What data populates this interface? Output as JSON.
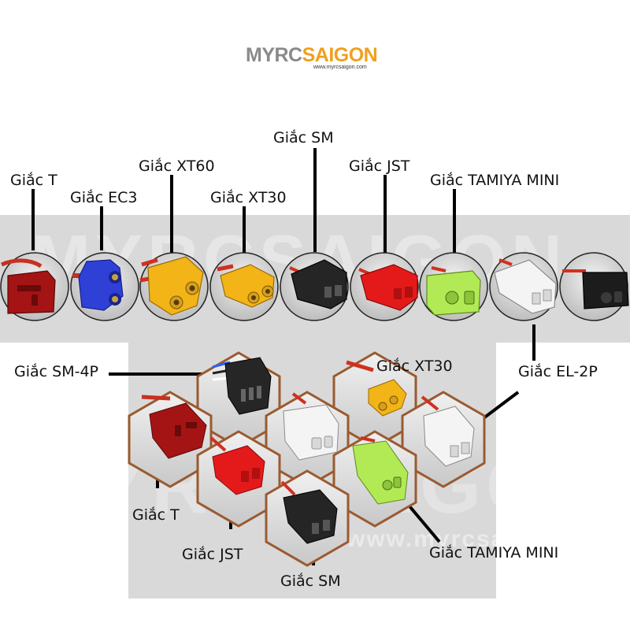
{
  "brand": {
    "name_part1": "MYRC",
    "name_part2": "SAIGON",
    "url": "www.myrcsaigon.com",
    "color_part1": "#8a8a8a",
    "color_part2": "#f0a020"
  },
  "watermark": {
    "text": "MYRCSAIGON",
    "url": "www.myrcsaigon.com"
  },
  "top_row": {
    "labels": [
      "Giắc T",
      "Giắc EC3",
      "Giắc XT60",
      "Giắc XT30",
      "Giắc SM",
      "Giắc JST",
      "Giắc TAMIYA MINI",
      "Giắc EL-2P"
    ],
    "connectors": [
      {
        "name": "T (Deans)",
        "icon": "t-connector-icon",
        "color": "#b01818"
      },
      {
        "name": "EC3",
        "icon": "ec3-connector-icon",
        "color": "#2f3fd0"
      },
      {
        "name": "XT60",
        "icon": "xt60-connector-icon",
        "color": "#f2b416"
      },
      {
        "name": "XT30",
        "icon": "xt30-connector-icon",
        "color": "#f2b416"
      },
      {
        "name": "SM",
        "icon": "sm-connector-icon",
        "color": "#222222"
      },
      {
        "name": "JST",
        "icon": "jst-connector-icon",
        "color": "#e01818"
      },
      {
        "name": "Tamiya Mini",
        "icon": "tamiya-mini-connector-icon",
        "color": "#b0e854"
      },
      {
        "name": "EL-2P",
        "icon": "el-2p-connector-icon",
        "color": "#f2f2f2"
      },
      {
        "name": "Tamiya (black)",
        "icon": "tamiya-black-connector-icon",
        "color": "#1a1a1a"
      }
    ]
  },
  "hex_grid": {
    "labels": [
      "Giắc SM-4P",
      "Giắc XT30",
      "Giắc T",
      "Giắc JST",
      "Giắc SM",
      "Giắc TAMIYA MINI"
    ],
    "cells": [
      {
        "name": "SM-4P",
        "icon": "sm-4p-connector-icon",
        "color": "#222222"
      },
      {
        "name": "XT30",
        "icon": "xt30-connector-icon",
        "color": "#f2b416"
      },
      {
        "name": "T (Deans)",
        "icon": "t-connector-icon",
        "color": "#b01818"
      },
      {
        "name": "Tamiya (white)",
        "icon": "tamiya-white-connector-icon",
        "color": "#f2f2f2"
      },
      {
        "name": "EL-2P",
        "icon": "el-2p-connector-icon",
        "color": "#f2f2f2"
      },
      {
        "name": "JST",
        "icon": "jst-connector-icon",
        "color": "#e01818"
      },
      {
        "name": "Tamiya Mini",
        "icon": "tamiya-mini-connector-icon",
        "color": "#b0e854"
      },
      {
        "name": "SM",
        "icon": "sm-connector-icon",
        "color": "#222222"
      }
    ]
  }
}
